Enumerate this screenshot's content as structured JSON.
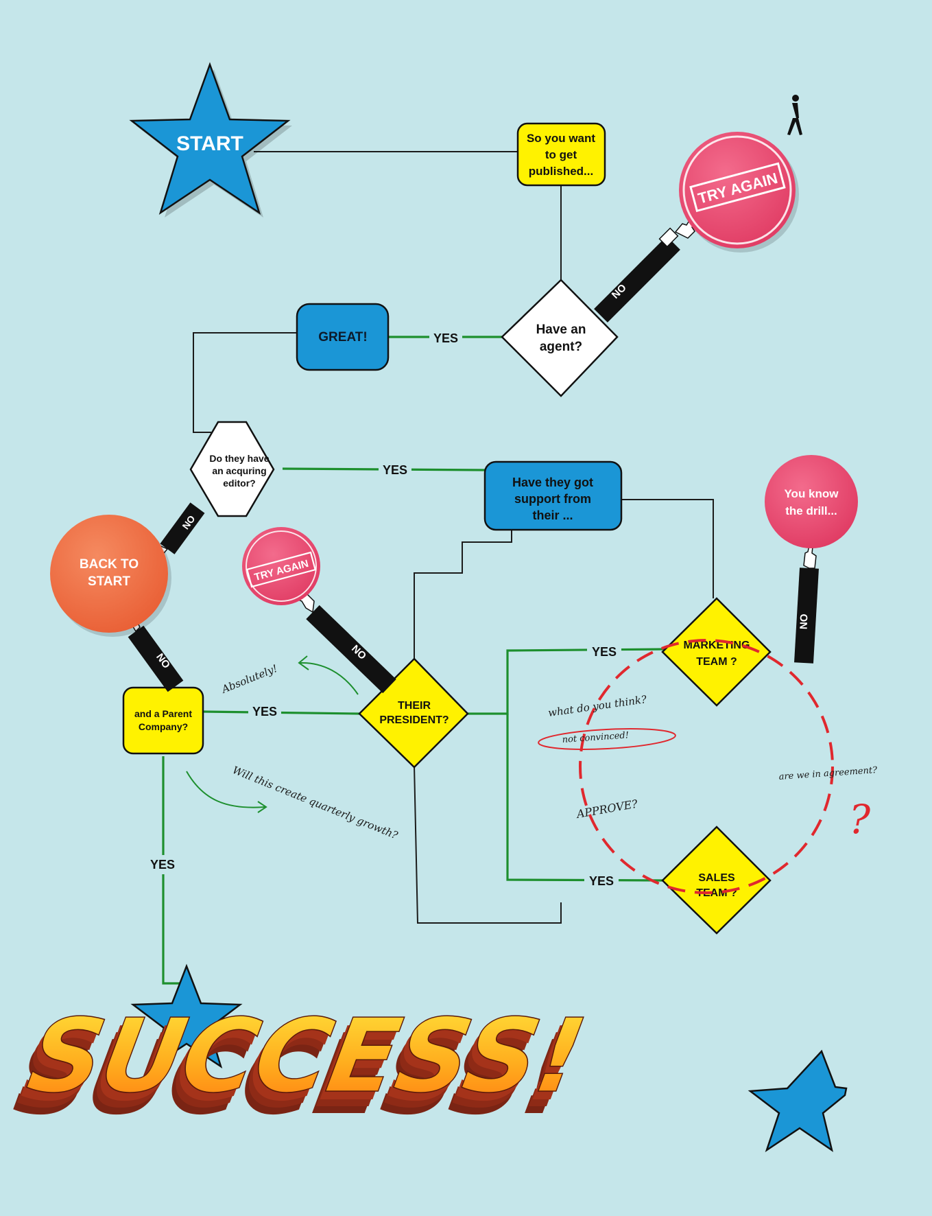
{
  "start": {
    "label": "START"
  },
  "nodes": {
    "published": "So you want to get published...",
    "agent": "Have an agent?",
    "great": "GREAT!",
    "editor": "Do they have an acquring editor?",
    "support": "Have they got support from their ...",
    "parent": "and a Parent Company?",
    "president": "THEIR PRESIDENT?",
    "marketing": "MARKETING TEAM ?",
    "sales": "SALES TEAM ?"
  },
  "stickers": {
    "try_again_big": "TRY AGAIN",
    "try_again_small": "TRY AGAIN",
    "back_to_start": "BACK TO START",
    "drill": "You know the drill..."
  },
  "edges": {
    "yes_agent": "YES",
    "yes_editor": "YES",
    "yes_parent": "YES",
    "yes_parent_down": "YES",
    "yes_marketing": "YES",
    "yes_sales": "YES",
    "no_agent": "NO",
    "no_editor": "NO",
    "no_parent": "NO",
    "no_president": "NO",
    "no_drill": "NO"
  },
  "notes": {
    "absolutely": "Absolutely!",
    "growth": "Will this create quarterly growth?",
    "think": "what do you think?",
    "not_convinced": "not convinced!",
    "approve": "APPROVE?",
    "agreement": "are we in agreement?",
    "question": "?"
  },
  "finale": {
    "title": "SUCCESS!"
  },
  "colors": {
    "background": "#c5e6ea",
    "blue": "#1b96d6",
    "yellow": "#fff200",
    "pink": "#e8426a",
    "orange": "#ee6f45",
    "green": "#1d8f2e",
    "red_dash": "#e0282e"
  }
}
